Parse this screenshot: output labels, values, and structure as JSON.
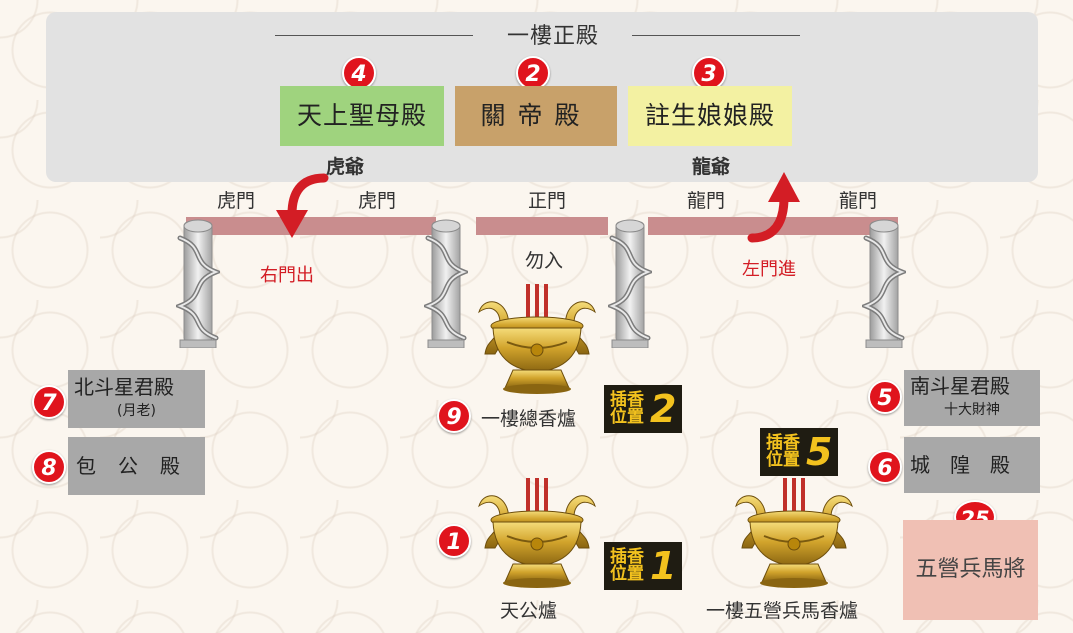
{
  "hall": {
    "title": "一樓正殿",
    "shrines": [
      {
        "number": "4",
        "name": "天上聖母殿",
        "color": "#9fd37e"
      },
      {
        "number": "2",
        "name": "關帝殿",
        "color": "#c8a16a"
      },
      {
        "number": "3",
        "name": "註生娘娘殿",
        "color": "#f3f1a2"
      }
    ],
    "tiger_lord": "虎爺",
    "dragon_lord": "龍爺"
  },
  "gates": {
    "tiger_left": "虎門",
    "tiger_right": "虎門",
    "main": "正門",
    "dragon_left": "龍門",
    "dragon_right": "龍門",
    "exit_note": "右門出",
    "enter_note": "左門進",
    "no_entry_note": "勿入"
  },
  "side_halls": {
    "beidou": {
      "number": "7",
      "name": "北斗星君殿",
      "sub": "(月老)"
    },
    "baogong": {
      "number": "8",
      "name": "包公殿"
    },
    "nandou": {
      "number": "5",
      "name": "南斗星君殿",
      "sub": "十大財神"
    },
    "chenghuang": {
      "number": "6",
      "name": "城隍殿"
    },
    "wuying": {
      "number": "25",
      "name": "五營兵馬將",
      "color": "#f0c0b4"
    }
  },
  "burners": {
    "main": {
      "number": "9",
      "name": "一樓總香爐"
    },
    "tiangong": {
      "number": "1",
      "name": "天公爐"
    },
    "wuying": {
      "name": "一樓五營兵馬香爐"
    }
  },
  "incense_positions": [
    {
      "label": "插香位置",
      "number": "2"
    },
    {
      "label": "插香位置",
      "number": "1"
    },
    {
      "label": "插香位置",
      "number": "5"
    }
  ],
  "colors": {
    "accent_red": "#e0141d",
    "beam": "#c98d8e",
    "panel": "#e2e2e2",
    "side_box": "#a8a8a8",
    "tag_bg": "#1f1c12",
    "tag_text": "#f3c21e"
  },
  "icons": {
    "exit_arrow": "curved-arrow-down-icon",
    "enter_arrow": "curved-arrow-up-icon",
    "pillar": "dragon-pillar-icon",
    "burner": "incense-burner-icon"
  }
}
